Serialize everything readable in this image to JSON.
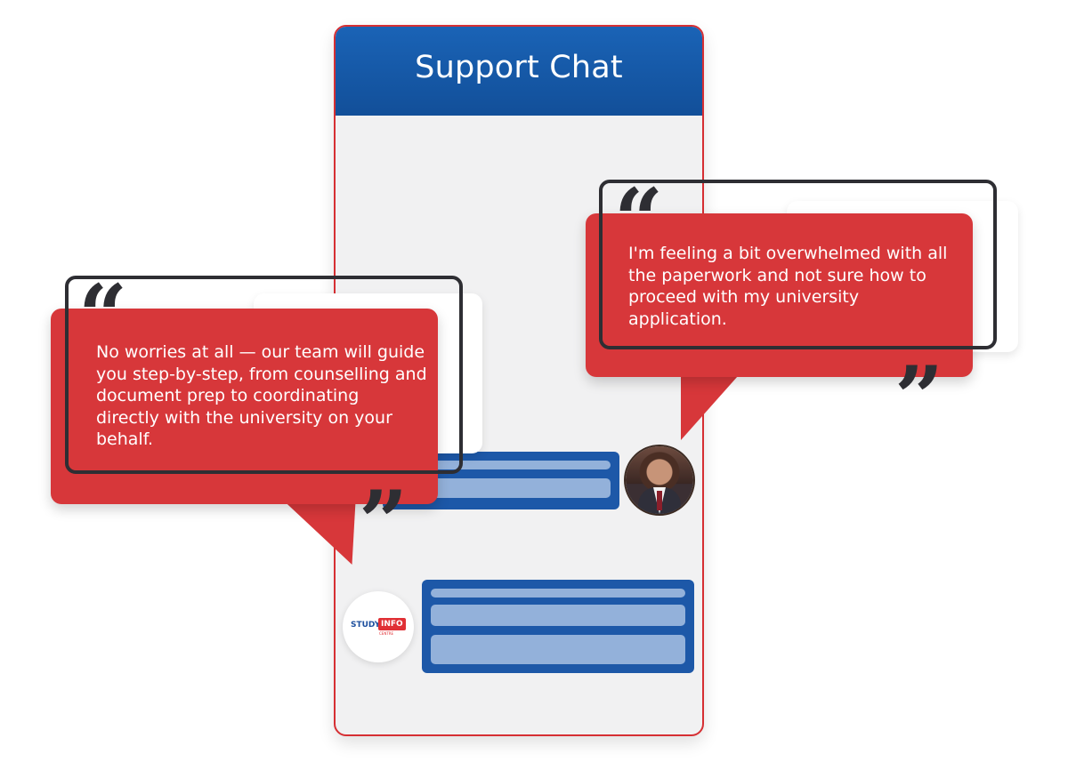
{
  "phone": {
    "title": "Support Chat"
  },
  "bubbles": {
    "agent_message": "No worries at all — our team will guide you step-by-step, from counselling and document prep to coordinating directly with the university on your behalf.",
    "user_message": "I'm feeling a bit overwhelmed with all the paperwork and not sure how to proceed with my university application.",
    "open_quote": "“",
    "close_quote": "”"
  },
  "logo": {
    "word1": "STUDY",
    "word2": "INFO",
    "word3": "CENTRE"
  },
  "colors": {
    "header_blue": "#1a63b6",
    "bubble_red": "#d7373a",
    "bar_blue": "#1d58a8",
    "bar_light": "#93b1da",
    "outline_dark": "#2e2e33"
  }
}
